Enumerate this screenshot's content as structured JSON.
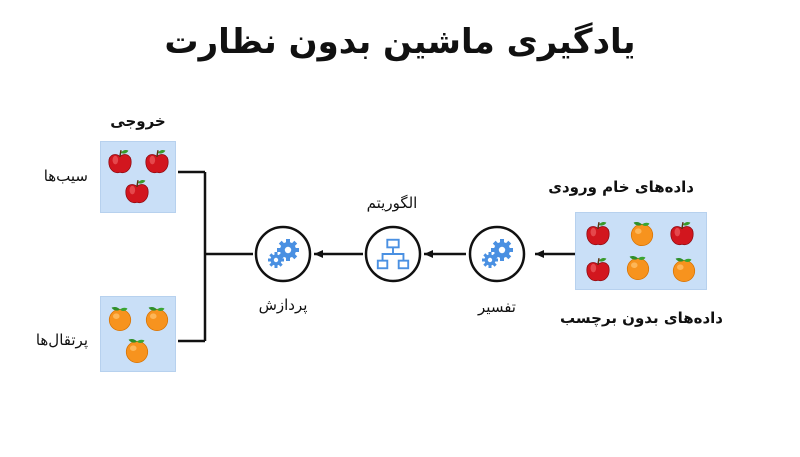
{
  "title": "یادگیری ماشین بدون نظارت",
  "input": {
    "top_label": "داده‌های خام ورودی",
    "bottom_label": "داده‌های بدون برچسب"
  },
  "nodes": {
    "interpret": "تفسیر",
    "algorithm": "الگوریتم",
    "process": "پردازش"
  },
  "output": {
    "heading": "خروجی",
    "apples_label": "سیب‌ها",
    "oranges_label": "پرتقال‌ها"
  },
  "colors": {
    "accent_blue": "#4a90e2",
    "box_fill": "#c9dff7",
    "apple_red": "#d2161e",
    "orange": "#f7931e",
    "line": "#111111"
  }
}
